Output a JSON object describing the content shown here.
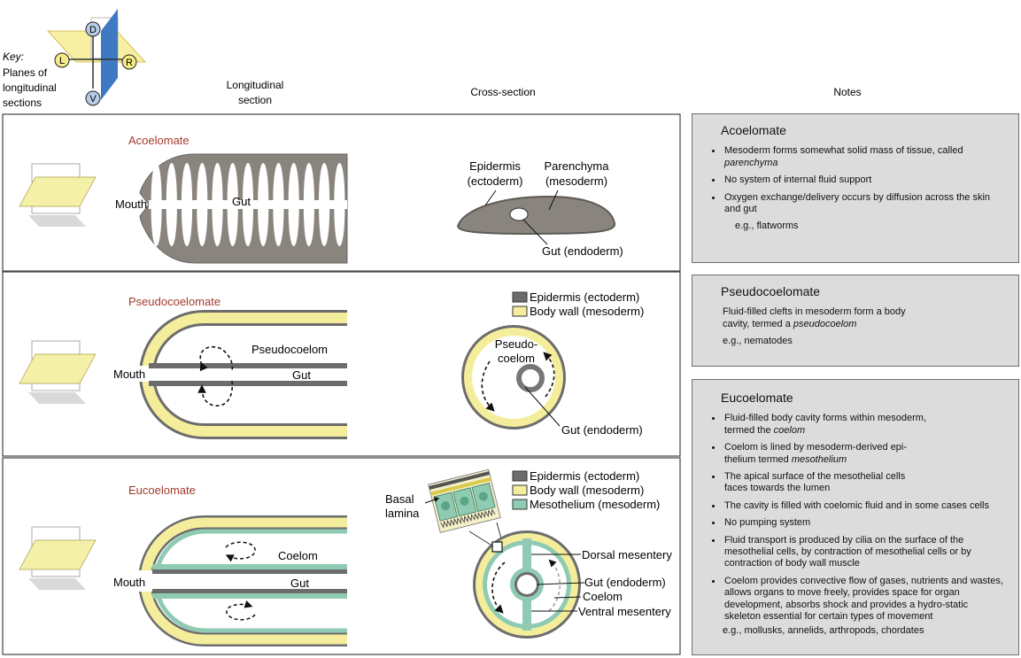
{
  "key": {
    "title": "Key:",
    "lines": [
      "Planes of",
      "longitudinal",
      "sections"
    ],
    "letters": {
      "d": "D",
      "v": "V",
      "l": "L",
      "r": "R"
    }
  },
  "headers": {
    "longitudinal": [
      "Longitudinal",
      "section"
    ],
    "cross": "Cross-section",
    "notes": "Notes"
  },
  "rows": {
    "acoelomate": {
      "title": "Acoelomate",
      "mouth": "Mouth",
      "gut": "Gut",
      "epidermis": [
        "Epidermis",
        "(ectoderm)"
      ],
      "parenchyma": [
        "Parenchyma",
        "(mesoderm)"
      ],
      "gut_endoderm": "Gut (endoderm)"
    },
    "pseudocoelomate": {
      "title": "Pseudocoelomate",
      "mouth": "Mouth",
      "pseudocoelom": "Pseudocoelom",
      "gut": "Gut",
      "cross_pseudo": [
        "Pseudo-",
        "coelom"
      ],
      "gut_endoderm": "Gut (endoderm)",
      "legend": [
        "Epidermis (ectoderm)",
        "Body wall (mesoderm)"
      ]
    },
    "eucoelomate": {
      "title": "Eucoelomate",
      "mouth": "Mouth",
      "coelom": "Coelom",
      "gut": "Gut",
      "basal": [
        "Basal",
        "lamina"
      ],
      "legend": [
        "Epidermis (ectoderm)",
        "Body wall (mesoderm)",
        "Mesothelium (mesoderm)"
      ],
      "dorsal": "Dorsal mesentery",
      "gut_endoderm": "Gut (endoderm)",
      "cross_coelom": "Coelom",
      "ventral": "Ventral mesentery"
    }
  },
  "notes": {
    "acoelomate": {
      "title": "Acoelomate",
      "bullets": [
        [
          "Mesoderm forms somewhat solid mass of tissue, called ",
          "parenchyma"
        ],
        [
          "No system of internal fluid support"
        ],
        [
          "Oxygen exchange/delivery occurs by diffusion across the skin and gut"
        ]
      ],
      "example": "e.g.,  flatworms"
    },
    "pseudocoelomate": {
      "title": "Pseudocoelomate",
      "text": [
        "Fluid-filled clefts in mesoderm form a body cavity, termed a ",
        "pseudocoelom"
      ],
      "example": "e.g.,  nematodes"
    },
    "eucoelomate": {
      "title": "Eucoelomate",
      "bullets": [
        [
          "Fluid-filled body cavity forms within mesoderm, termed the ",
          "coelom"
        ],
        [
          "Coelom is lined by mesoderm-derived epi-thelium termed ",
          "mesothelium"
        ],
        [
          "The apical surface of the mesothelial cells faces towards the lumen"
        ],
        [
          "The cavity is filled with coelomic fluid and in some cases cells"
        ],
        [
          "No pumping system"
        ],
        [
          "Fluid transport is produced by cilia on the surface of the mesothelial cells, by contraction of mesothelial cells or by contraction of body wall muscle"
        ],
        [
          "Coelom provides convective flow of gases, nutrients and wastes, allows organs to move freely, provides space for organ development, absorbs shock and provides a hydro-static skeleton essential for certain types of movement"
        ]
      ],
      "example": "e.g., mollusks, annelids, arthropods, chordates"
    }
  },
  "colors": {
    "tissue_gray": "#8a847f",
    "dark_gray": "#6c6c6c",
    "yellow": "#f4ee9c",
    "teal": "#8fcab2",
    "title_red": "#a33a2b",
    "notes_bg": "#dcdcdc",
    "blue": "#3f79c4"
  }
}
